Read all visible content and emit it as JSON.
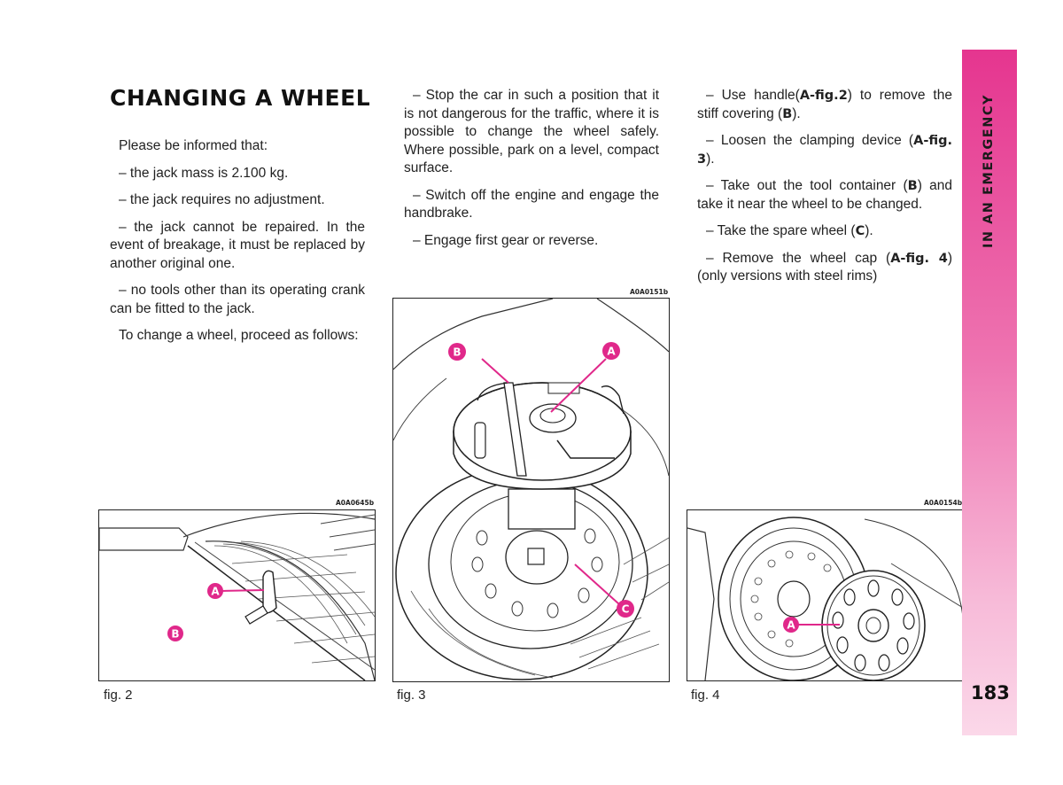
{
  "title": "CHANGING A WHEEL",
  "column1": [
    "Please be informed that:",
    "– the jack mass is 2.100 kg.",
    "– the jack requires no adjustment.",
    "– the jack cannot be repaired. In the event of breakage, it must be replaced by another original one.",
    "– no tools other than its operating crank can be fitted to the jack.",
    "To change a wheel, proceed as follows:"
  ],
  "column2": [
    "– Stop the car in such a position that it is not dangerous for the traffic, where it is possible to change the wheel safely. Where possible, park on a level, compact surface.",
    "– Switch off the engine and engage the handbrake.",
    "– Engage first gear or reverse."
  ],
  "column3": {
    "p1": {
      "pre": "– Use handle(",
      "ref": "A-fig.2",
      "mid": ") to remove the stiff covering (",
      "ref2": "B",
      "post": ")."
    },
    "p2": {
      "pre": "– Loosen the clamping device (",
      "ref": "A-fig. 3",
      "post": ")."
    },
    "p3": {
      "pre": "– Take out the tool container (",
      "ref": "B",
      "post": ") and take it near the wheel to be changed."
    },
    "p4": {
      "pre": "– Take the spare wheel (",
      "ref": "C",
      "post": ")."
    },
    "p5": {
      "pre": "– Remove the wheel cap (",
      "ref": "A-fig. 4",
      "post": ") (only versions with steel rims)"
    }
  },
  "sidebar": {
    "label": "IN AN EMERGENCY",
    "page": "183",
    "color_top": "#e5358f",
    "color_bottom": "#fbd8e9"
  },
  "figures": [
    {
      "code": "A0A0645b",
      "caption": "fig. 2",
      "labels": [
        "A",
        "B"
      ]
    },
    {
      "code": "A0A0151b",
      "caption": "fig. 3",
      "labels": [
        "B",
        "A",
        "C"
      ]
    },
    {
      "code": "A0A0154b",
      "caption": "fig. 4",
      "labels": [
        "A"
      ]
    }
  ],
  "accent_color": "#e0288a"
}
